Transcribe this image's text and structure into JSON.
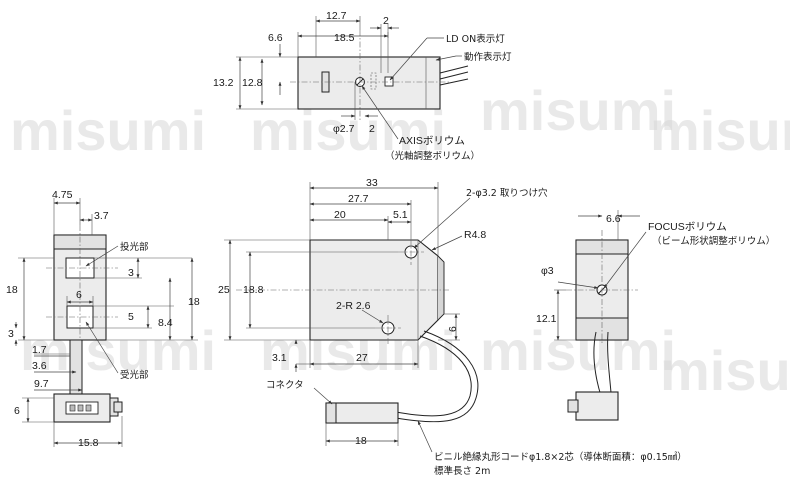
{
  "watermark": "misumi",
  "top_view": {
    "dims": [
      "12.7",
      "2",
      "6.6",
      "18.5",
      "13.2",
      "12.8",
      "φ2.7",
      "2"
    ],
    "labels": {
      "ld_on": "LD ON表示灯",
      "operation": "動作表示灯",
      "axis": "AXISボリウム",
      "axis_sub": "（光軸調整ボリウム）"
    }
  },
  "left_view": {
    "dims": [
      "4.75",
      "3.7",
      "18",
      "6",
      "3",
      "1.7",
      "3.6",
      "9.7",
      "6",
      "15.8"
    ],
    "labels": {
      "emitter": "投光部",
      "receiver": "受光部"
    }
  },
  "center_view": {
    "dims": [
      "33",
      "27.7",
      "20",
      "5.1",
      "25",
      "18.8",
      "3",
      "5",
      "8.4",
      "18",
      "6",
      "3.1",
      "27",
      "18"
    ],
    "labels": {
      "mount_hole": "2-φ3.2 取りつけ穴",
      "radius_top": "R4.8",
      "radius_bottom": "2-R 2.6",
      "connector": "コネクタ",
      "cable": "ビニル絶縁丸形コードφ1.8×2芯（導体断面積：φ0.15㎟）",
      "length": "標準長さ 2m"
    }
  },
  "right_view": {
    "dims": [
      "6.6",
      "φ3",
      "12.1"
    ],
    "labels": {
      "focus": "FOCUSボリウム",
      "focus_sub": "（ビーム形状調整ボリウム）"
    }
  }
}
